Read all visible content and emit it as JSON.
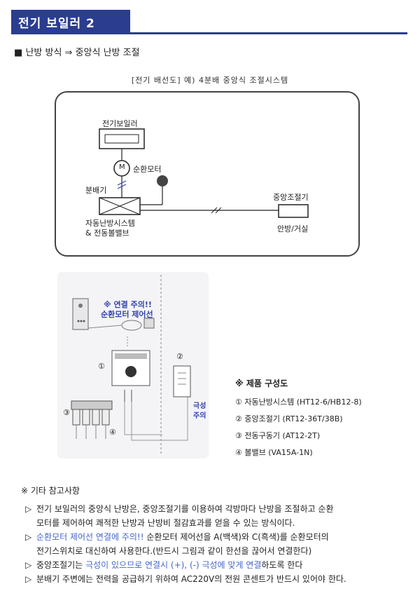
{
  "title": "전기 보일러 2",
  "section": {
    "bullet": "■",
    "heading": "난방 방식 ⇒ 중앙식 난방 조절"
  },
  "caption": "[전기 배선도] 예) 4분배 중앙식 조절시스템",
  "diagram": {
    "boiler_label": "전기보일러",
    "motor_symbol": "M",
    "motor_label": "순환모터",
    "distributor_label": "분배기",
    "auto_system_label_1": "자동난방시스템",
    "auto_system_label_2": "& 전동볼밸브",
    "controller_label": "중앙조절기",
    "room_label": "안방/거실"
  },
  "photo": {
    "warning_1": "※ 연결 주의!!",
    "warning_2": "순환모터 제어선",
    "num1": "①",
    "num2": "②",
    "num3": "③",
    "num4": "④",
    "polarity_1": "극성",
    "polarity_2": "주의"
  },
  "components": {
    "title": "※ 제품 구성도",
    "items": [
      "① 자동난방시스템 (HT12-6/HB12-8)",
      "② 중앙조절기 (RT12-36T/38B)",
      "③ 전동구동기 (AT12-2T)",
      "④ 볼밸브 (VA15A-1N)"
    ]
  },
  "references": {
    "header": "※ 기타 참고사항",
    "marker": "▷",
    "item1_line1": "전기 보일러의 중앙식 난방은, 중앙조절기를 이용하여 각방마다 난방을 조절하고 순환",
    "item1_line2": "모터를 제어하여 쾌적한 난방과 난방비 절감효과를 얻을 수 있는 방식이다.",
    "item2_hl": "순환모터 제어선 연결에 주의!!",
    "item2_rest": " 순환모터 제어선을 A(백색)와 C(흑색)를 순환모터의",
    "item2_line2": "전기스위치로 대신하여 사용한다.(반드시 그림과 같이 한선을 끊어서 연결한다)",
    "item3_pre": "중앙조절기는 ",
    "item3_hl": "극성이 있으므로 연결시 (+), (-) 극성에 맞게 연결",
    "item3_post": "하도록 한다",
    "item4": "분배기 주변에는 전력을 공급하기 위하여 AC220V의 전원 콘센트가 반드시 있어야 한다."
  },
  "colors": {
    "title_bar": "#2b3d8f",
    "highlight": "#4466cc"
  }
}
